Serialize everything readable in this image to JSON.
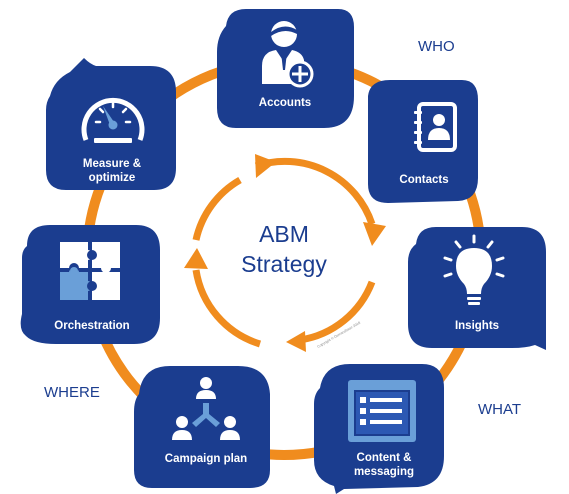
{
  "diagram": {
    "center": {
      "line1": "ABM",
      "line2": "Strategy"
    },
    "copyright": "Copyright © Demandbase 2018",
    "side_labels": {
      "who": "WHO",
      "what": "WHAT",
      "where": "WHERE"
    },
    "nodes": [
      {
        "id": "accounts",
        "label": "Accounts",
        "icon": "user-plus-icon"
      },
      {
        "id": "contacts",
        "label": "Contacts",
        "icon": "address-book-icon"
      },
      {
        "id": "insights",
        "label": "Insights",
        "icon": "lightbulb-icon"
      },
      {
        "id": "content",
        "label_line1": "Content &",
        "label_line2": "messaging",
        "icon": "list-document-icon"
      },
      {
        "id": "campaign",
        "label": "Campaign plan",
        "icon": "people-network-icon"
      },
      {
        "id": "orchestration",
        "label": "Orchestration",
        "icon": "puzzle-icon"
      },
      {
        "id": "measure",
        "label_line1": "Measure &",
        "label_line2": "optimize",
        "icon": "speedometer-icon"
      }
    ],
    "colors": {
      "node_fill": "#1b3d8f",
      "ring": "#f08c1e",
      "icon_accent": "#6a9fd8",
      "text": "#1b3d8f"
    }
  }
}
